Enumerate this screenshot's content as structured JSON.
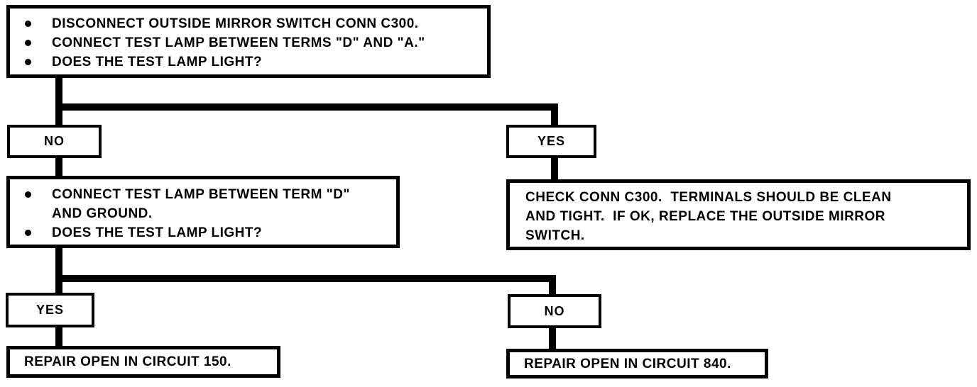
{
  "canvas": {
    "background_color": "#ffffff",
    "ink_color": "#000000"
  },
  "flowchart": {
    "step1": {
      "bullets": [
        "DISCONNECT OUTSIDE MIRROR SWITCH CONN C300.",
        "CONNECT TEST LAMP BETWEEN TERMS \"D\" AND \"A.\"",
        "DOES THE TEST LAMP LIGHT?"
      ]
    },
    "branch1": {
      "no_label": "NO",
      "yes_label": "YES"
    },
    "step2": {
      "bullets": [
        "CONNECT TEST LAMP BETWEEN TERM \"D\"\nAND GROUND.",
        "DOES THE TEST LAMP LIGHT?"
      ]
    },
    "check_conn": {
      "lines": [
        "CHECK CONN C300.  TERMINALS SHOULD BE CLEAN",
        "AND TIGHT.  IF OK, REPLACE THE OUTSIDE MIRROR",
        "SWITCH."
      ]
    },
    "branch2": {
      "yes_label": "YES",
      "no_label": "NO"
    },
    "repair_circuit_150": {
      "text": "REPAIR OPEN IN CIRCUIT 150."
    },
    "repair_circuit_840": {
      "text": "REPAIR OPEN IN CIRCUIT 840."
    }
  }
}
